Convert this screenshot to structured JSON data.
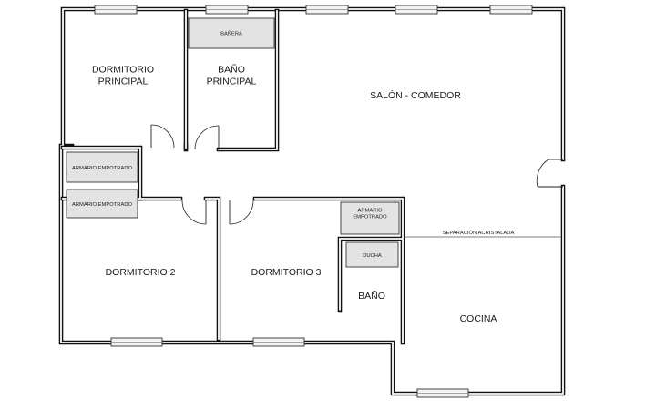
{
  "rooms": {
    "master_bedroom": "DORMITORIO\nPRINCIPAL",
    "master_bath": "BAÑO\nPRINCIPAL",
    "living_dining": "SALÓN - COMEDOR",
    "bedroom_2": "DORMITORIO 2",
    "bedroom_3": "DORMITORIO 3",
    "bathroom": "BAÑO",
    "kitchen": "COCINA"
  },
  "fixtures": {
    "bathtub": "BAÑERA",
    "wardrobe_1": "ARMARIO EMPOTRADO",
    "wardrobe_2": "ARMARIO EMPOTRADO",
    "wardrobe_3": "ARMARIO\nEMPOTRADO",
    "shower": "DUCHA",
    "glass_partition": "SEPARACIÓN ACRISTALADA"
  },
  "colors": {
    "wall": "#111111",
    "fixture_fill": "#e3e3e3",
    "background": "#ffffff"
  }
}
